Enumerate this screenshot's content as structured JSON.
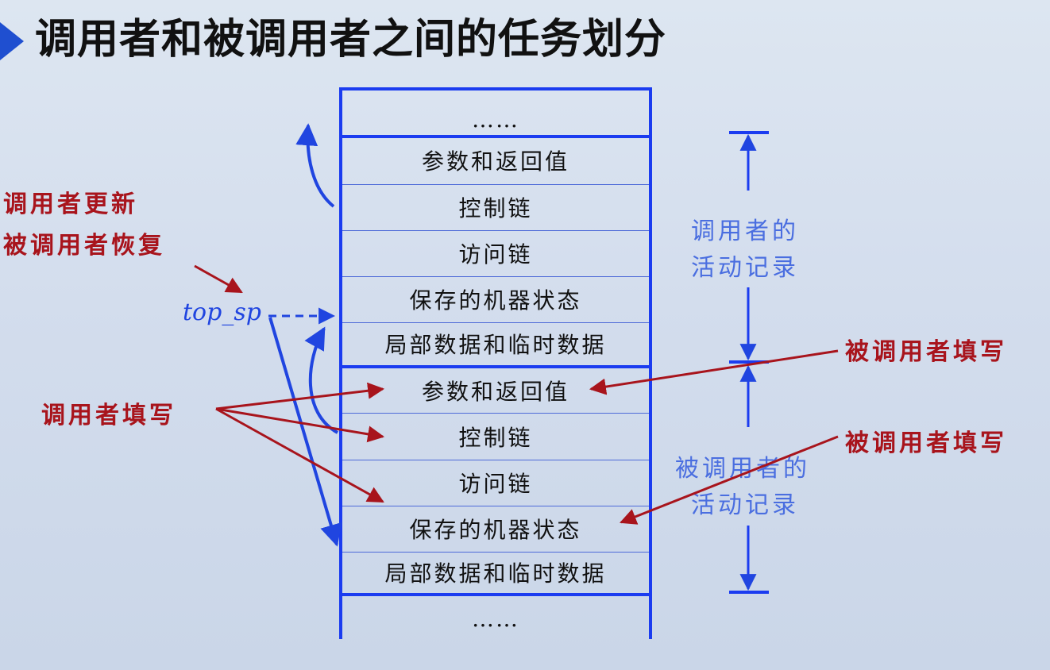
{
  "title": "调用者和被调用者之间的任务划分",
  "stack": {
    "top_ellipsis": "……",
    "bottom_ellipsis": "……",
    "caller_cells": [
      "参数和返回值",
      "控制链",
      "访问链",
      "保存的机器状态",
      "局部数据和临时数据"
    ],
    "callee_cells": [
      "参数和返回值",
      "控制链",
      "访问链",
      "保存的机器状态",
      "局部数据和临时数据"
    ]
  },
  "labels": {
    "caller_updates": "调用者更新",
    "callee_restores": "被调用者恢复",
    "top_sp": "top_sp",
    "caller_fills": "调用者填写",
    "callee_fills_1": "被调用者填写",
    "callee_fills_2": "被调用者填写",
    "caller_record_1": "调用者的",
    "caller_record_2": "活动记录",
    "callee_record_1": "被调用者的",
    "callee_record_2": "活动记录"
  },
  "colors": {
    "blue": "#1b3cf0",
    "red": "#a8141c",
    "light_blue": "#4a6ee0"
  }
}
